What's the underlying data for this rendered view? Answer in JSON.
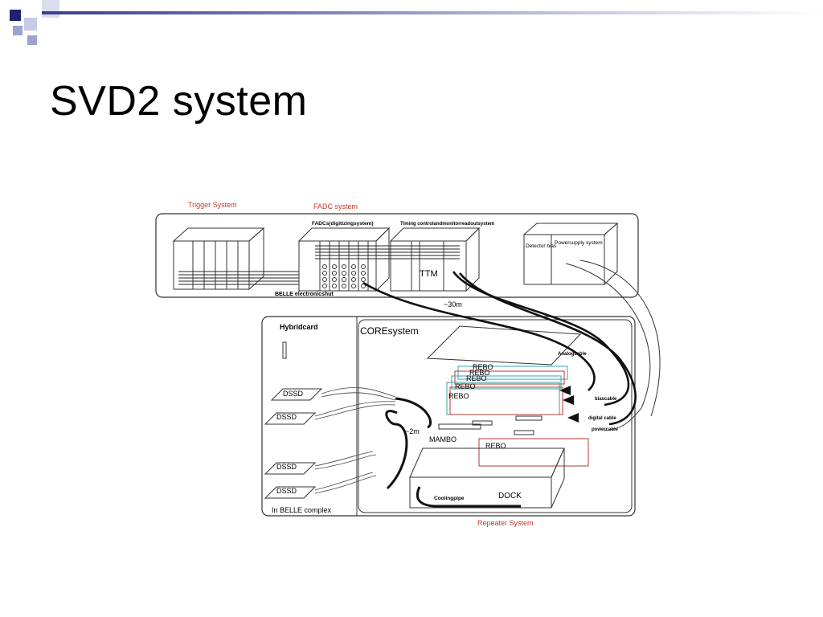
{
  "slide": {
    "title": "SVD2 system"
  },
  "colors": {
    "deco_dark": "#1f2270",
    "deco_mid": "#7d80b8",
    "deco_light": "#c9cae3",
    "label_red": "#c0392b",
    "rebo_red": "#b03a2e",
    "rebo_teal": "#3aa0a8"
  },
  "diagram": {
    "trigger_system": "Trigger System",
    "fadc_system": "FADC system",
    "fadcs_label": "FADCs(digitizingsystem)",
    "timing_label": "Timing controlandmonitorreadoutsystem",
    "detector_bias": "Detector bias",
    "power_supply": "Powersupply system",
    "ttm": "TTM",
    "belle_hut": "BELLE electronicshut",
    "distance_30m": "~30m",
    "hybrid_card": "Hybridcard",
    "core_system": "COREsystem",
    "analog_cable": "Analogcable",
    "rebo": "REBO",
    "bias_cable": "biascable",
    "digital_cable": "digital cable",
    "power_cable": "powercable",
    "dssd": "DSSD",
    "distance_2m": "~2m",
    "mambo": "MAMBO",
    "cooling_pipe": "Coolingpipe",
    "dock": "DOCK",
    "belle_complex": "In BELLE complex",
    "repeater_system": "Repeater System"
  }
}
